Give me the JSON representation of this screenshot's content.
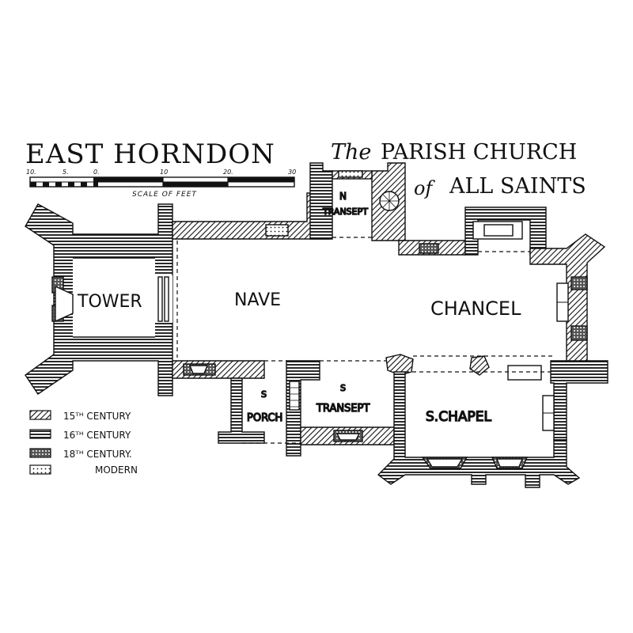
{
  "title": {
    "place": "EAST HORNDON",
    "the": "The",
    "line1": "PARISH CHURCH",
    "of": "of",
    "line2": "ALL SAINTS"
  },
  "scale": {
    "caption": "SCALE OF FEET",
    "ticks": [
      "10.",
      "5.",
      "0.",
      "10",
      "20.",
      "30"
    ]
  },
  "rooms": {
    "tower": "TOWER",
    "nave": "NAVE",
    "chancel": "CHANCEL",
    "n_transept_letter": "N",
    "n_transept": "TRANSEPT",
    "s_porch_letter": "S",
    "s_porch": "PORCH",
    "s_transept_letter": "S",
    "s_transept": "TRANSEPT",
    "s_chapel": "S.CHAPEL"
  },
  "legend": [
    {
      "label": "15TH CENTURY",
      "text": "15ᵀᴴ CENTURY",
      "pattern": "diagonal-hatch"
    },
    {
      "label": "16TH CENTURY",
      "text": "16ᵀᴴ CENTURY",
      "pattern": "horizontal-hatch"
    },
    {
      "label": "18TH CENTURY",
      "text": "18ᵀᴴ CENTURY.",
      "pattern": "dotted-dark"
    },
    {
      "label": "MODERN",
      "text": "MODERN",
      "pattern": "dotted-light"
    }
  ],
  "colors": {
    "ink": "#111111",
    "paper": "#ffffff"
  }
}
